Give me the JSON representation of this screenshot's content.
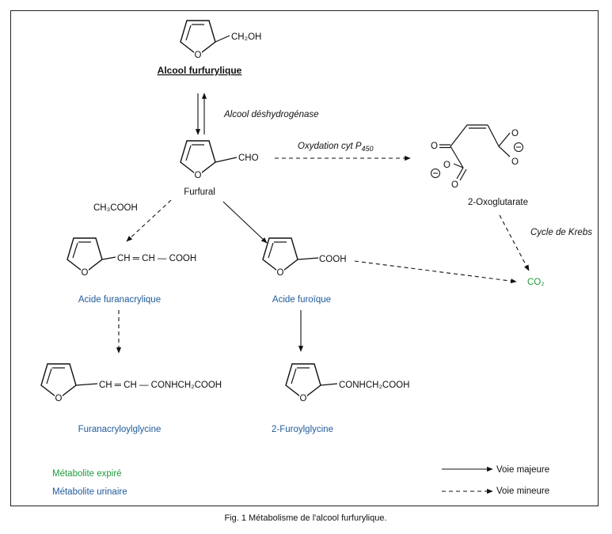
{
  "figure": {
    "caption": "Fig. 1 Métabolisme de l'alcool furfurylique."
  },
  "compounds": {
    "alcohol": {
      "substituent": "CH₂OH",
      "name": "Alcool furfurylique"
    },
    "furfural": {
      "substituent": "CHO",
      "name": "Furfural"
    },
    "furanacrylic": {
      "chain": "CH ═ CH — COOH",
      "name": "Acide furanacrylique"
    },
    "furoic": {
      "substituent": "COOH",
      "name": "Acide furoïque"
    },
    "furanacryloylglycine": {
      "chain": "CH ═ CH — CONHCH₂COOH",
      "name": "Furanacryloylglycine"
    },
    "furoylglycine": {
      "substituent": "CONHCH₂COOH",
      "name": "2-Furoylglycine"
    },
    "oxoglutarate": {
      "name": "2-Oxoglutarate"
    },
    "co2": {
      "name": "CO₂"
    }
  },
  "ring_atom": "O",
  "reactions": {
    "dehydrogenase": "Alcool déshydrogénase",
    "oxidation_prefix": "Oxydation cyt ",
    "oxidation_p": "P",
    "oxidation_sub": "450",
    "acetic": "CH₃COOH",
    "krebs": "Cycle de Krebs"
  },
  "legend": {
    "expired": "Métabolite expiré",
    "urinary": "Métabolite urinaire",
    "major": "Voie majeure",
    "minor": "Voie mineure"
  },
  "colors": {
    "urinary": "#1f5a9a",
    "expired": "#1f9a3c"
  }
}
